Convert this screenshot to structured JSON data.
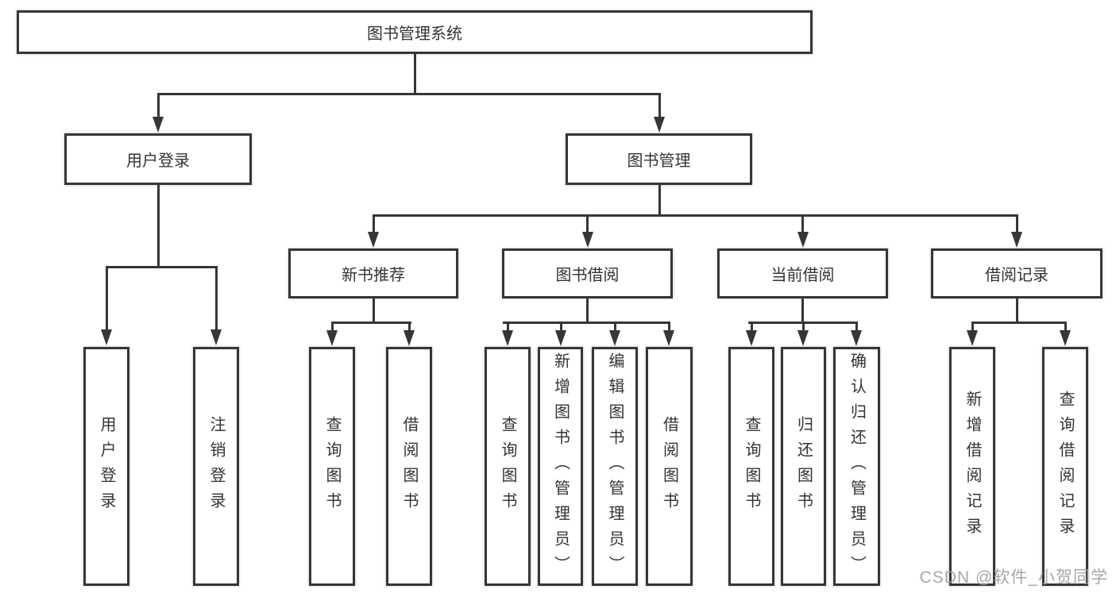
{
  "diagram": {
    "type": "hierarchy-tree",
    "colors": {
      "line": "#363636",
      "text": "#333333",
      "background": "#ffffff",
      "watermark_text": "#9e9e9e"
    },
    "tree": {
      "label": "图书管理系统",
      "children": [
        {
          "label": "用户登录",
          "children": [
            {
              "label": "用户登录"
            },
            {
              "label": "注销登录"
            }
          ]
        },
        {
          "label": "图书管理",
          "children": [
            {
              "label": "新书推荐",
              "children": [
                {
                  "label": "查询图书"
                },
                {
                  "label": "借阅图书"
                }
              ]
            },
            {
              "label": "图书借阅",
              "children": [
                {
                  "label": "查询图书"
                },
                {
                  "label": "新增图书（管理员）"
                },
                {
                  "label": "编辑图书（管理员）"
                },
                {
                  "label": "借阅图书"
                }
              ]
            },
            {
              "label": "当前借阅",
              "children": [
                {
                  "label": "查询图书"
                },
                {
                  "label": "归还图书"
                },
                {
                  "label": "确认归还（管理员）"
                }
              ]
            },
            {
              "label": "借阅记录",
              "children": [
                {
                  "label": "新增借阅记录"
                },
                {
                  "label": "查询借阅记录"
                }
              ]
            }
          ]
        }
      ]
    },
    "watermark": {
      "text": "CSDN @软件_小贺同学"
    }
  }
}
